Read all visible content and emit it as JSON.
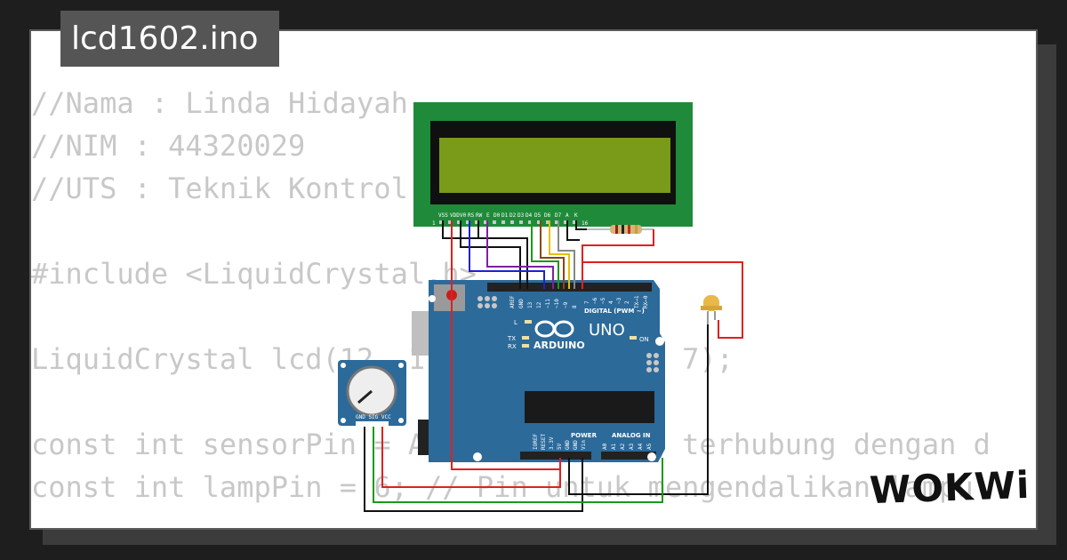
{
  "title": "lcd1602.ino",
  "logo": "WOKWi",
  "code_lines": [
    "//Nama : Linda Hidayah",
    "//NIM : 44320029",
    "//UTS : Teknik Kontrol",
    "",
    "#include <LiquidCrystal.h>",
    "",
    "LiquidCrystal lcd(12, 11, 5, 4, 3, 2, 7);",
    "",
    "const int sensorPin = A0; // Pin yang terhubung dengan d",
    "const int lampPin = 6; // Pin untuk mengendalikan lampu"
  ],
  "lcd_pins": [
    "VSS",
    "VDD",
    "V0",
    "RS",
    "RW",
    "E",
    "D0",
    "D1",
    "D2",
    "D3",
    "D4",
    "D5",
    "D6",
    "D7",
    "A",
    "K"
  ],
  "lcd_pin_first": "1",
  "lcd_pin_last": "16",
  "arduino": {
    "brand": "ARDUINO",
    "model": "UNO",
    "digital_label": "DIGITAL (PWM ~)",
    "power_label": "POWER",
    "analog_label": "ANALOG IN",
    "on_label": "ON",
    "l_label": "L",
    "tx_label": "TX",
    "rx_label": "RX",
    "digital_pins": [
      "AREF",
      "GND",
      "13",
      "12",
      "~11",
      "~10",
      "~9",
      "8",
      "7",
      "~6",
      "~5",
      "4",
      "~3",
      "2",
      "TX→1",
      "RX←0"
    ],
    "power_pins": [
      "IOREF",
      "RESET",
      "3.3V",
      "5V",
      "GND",
      "GND",
      "Vin"
    ],
    "analog_pins": [
      "A0",
      "A1",
      "A2",
      "A3",
      "A4",
      "A5"
    ]
  },
  "pot_pins": "GND SIG VCC",
  "colors": {
    "lcd_board": "#1f8b3a",
    "lcd_screen": "#7a9a1a",
    "arduino_board": "#2c6a9a",
    "led": "#e8b84a"
  }
}
